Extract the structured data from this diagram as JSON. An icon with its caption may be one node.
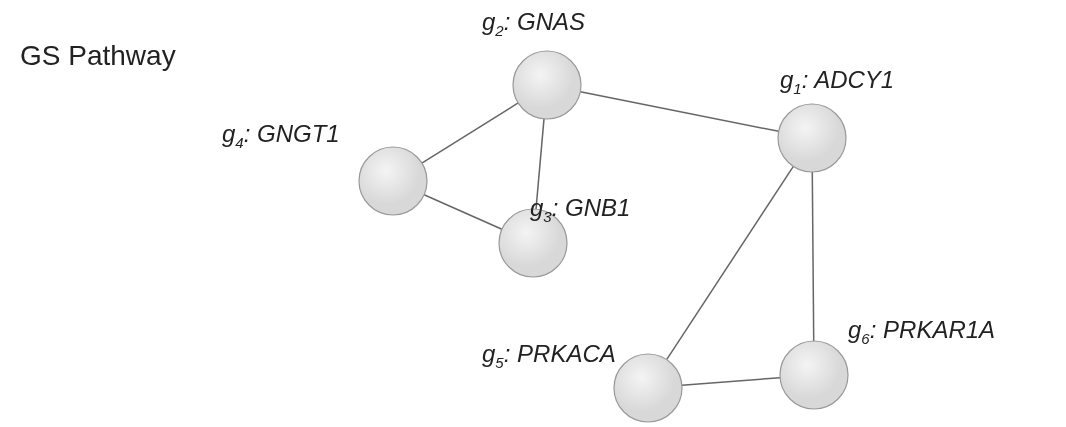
{
  "diagram": {
    "title": "GS Pathway",
    "nodes": [
      {
        "text": [
          "g$_{1}$: ADCY1"
        ]
      },
      {
        "text": [
          "g$_{2}$: GNAS"
        ]
      },
      {
        "text": [
          "g$_{3}$: GNB1"
        ]
      },
      {
        "text": [
          "g$_{4}$: GNGT1"
        ]
      },
      {
        "text": [
          "g$_{5}$: PRKACA"
        ]
      },
      {
        "text": [
          "g$_{6}$: PRKAR1A"
        ]
      }
    ],
    "edges": [
      {
        "from": 1,
        "to": 0,
        "arrow": "none"
      },
      {
        "from": 1,
        "to": 3,
        "arrow": "none"
      },
      {
        "from": 1,
        "to": 2,
        "arrow": "none"
      },
      {
        "from": 3,
        "to": 2,
        "arrow": "none"
      },
      {
        "from": 0,
        "to": 4,
        "arrow": "none"
      },
      {
        "from": 0,
        "to": 5,
        "arrow": "none"
      },
      {
        "from": 4,
        "to": 5,
        "arrow": "none"
      }
    ]
  }
}
